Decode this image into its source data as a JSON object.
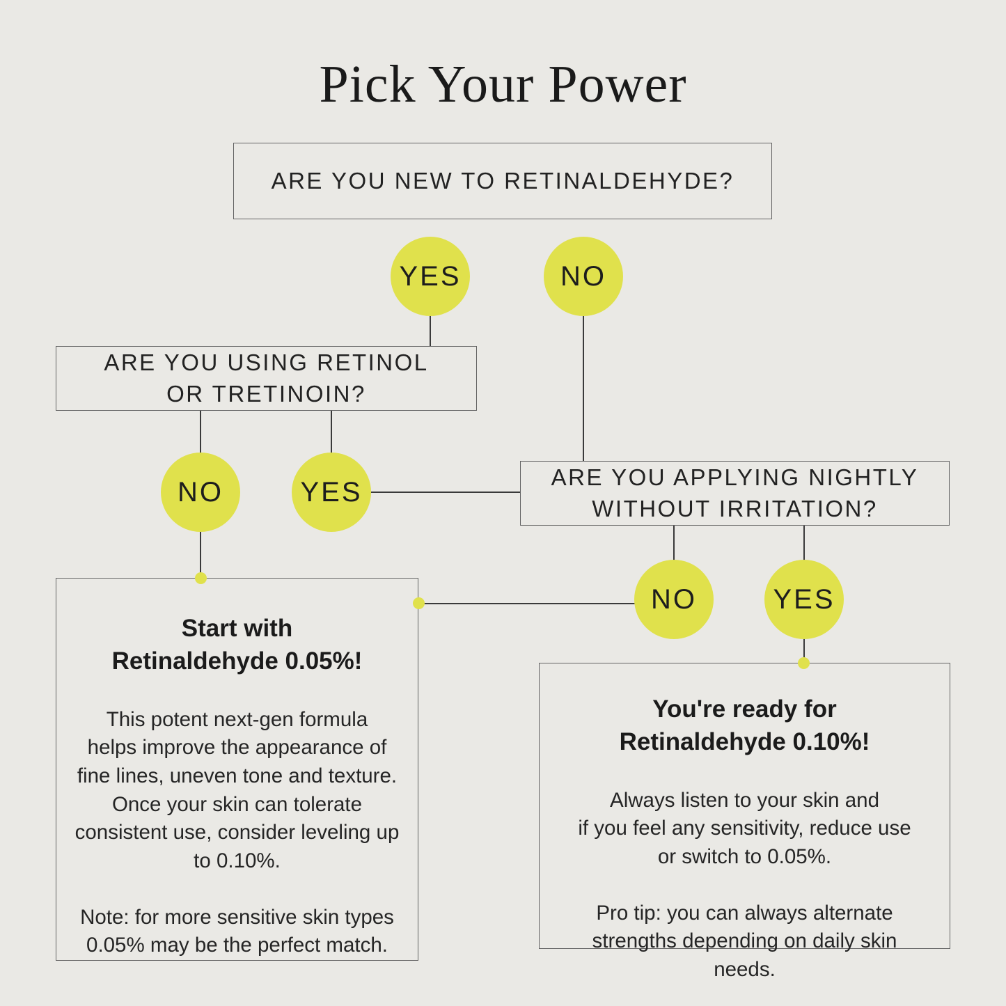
{
  "page": {
    "title": "Pick Your Power"
  },
  "colors": {
    "background": "#eae9e5",
    "accent_circle": "#e0e14c",
    "connector_line": "#3a3a3a",
    "box_border": "#636363",
    "text": "#1e1e1e"
  },
  "questions": {
    "q1": {
      "text": "ARE YOU NEW TO RETINALDEHYDE?",
      "yes_label": "YES",
      "no_label": "NO"
    },
    "q2": {
      "text": "ARE YOU USING RETINOL\nOR TRETINOIN?",
      "no_label": "NO",
      "yes_label": "YES"
    },
    "q3": {
      "text": "ARE YOU APPLYING NIGHTLY\nWITHOUT IRRITATION?",
      "no_label": "NO",
      "yes_label": "YES"
    }
  },
  "results": {
    "low": {
      "title": "Start with\nRetinaldehyde 0.05%!",
      "body": "This potent next-gen formula\nhelps improve the appearance of\nfine lines, uneven tone and texture.\nOnce your skin can tolerate\nconsistent use, consider leveling up\nto 0.10%.",
      "note": "Note: for more sensitive skin types\n0.05% may be the perfect match."
    },
    "high": {
      "title": "You're ready for\nRetinaldehyde 0.10%!",
      "body": "Always listen to your skin and\nif you feel any sensitivity, reduce use\nor switch to 0.05%.",
      "note": "Pro tip: you can always alternate\nstrengths depending on daily skin\nneeds."
    }
  }
}
